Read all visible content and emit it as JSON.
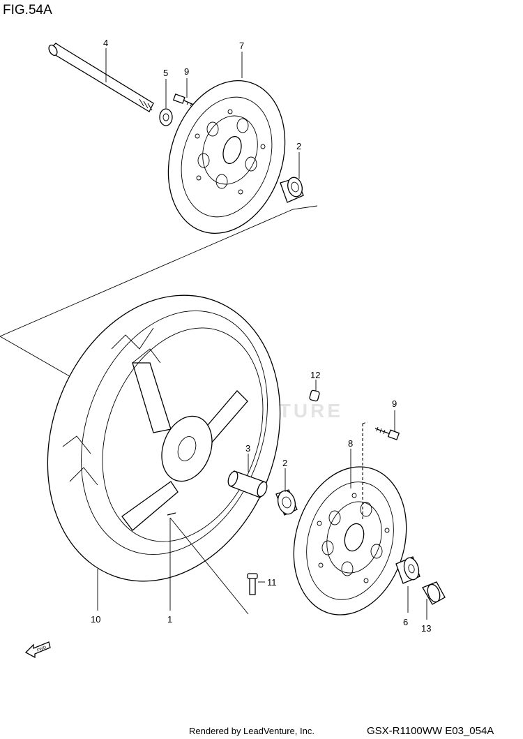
{
  "figure_label": "FIG.54A",
  "watermark": "LEADVENTURE",
  "footer": {
    "rendered_by": "Rendered by LeadVenture, Inc.",
    "model_code": "GSX-R1100WW  E03_054A"
  },
  "fwd_label": "FWD",
  "callouts": [
    {
      "id": "c4a",
      "number": "4"
    },
    {
      "id": "c5a",
      "number": "5"
    },
    {
      "id": "c9a",
      "number": "9"
    },
    {
      "id": "c7a",
      "number": "7"
    },
    {
      "id": "c2a",
      "number": "2"
    },
    {
      "id": "c12",
      "number": "12"
    },
    {
      "id": "c9b",
      "number": "9"
    },
    {
      "id": "c8",
      "number": "8"
    },
    {
      "id": "c3",
      "number": "3"
    },
    {
      "id": "c2b",
      "number": "2"
    },
    {
      "id": "c11",
      "number": "11"
    },
    {
      "id": "c10",
      "number": "10"
    },
    {
      "id": "c1",
      "number": "1"
    },
    {
      "id": "c6",
      "number": "6"
    },
    {
      "id": "c13",
      "number": "13"
    }
  ]
}
